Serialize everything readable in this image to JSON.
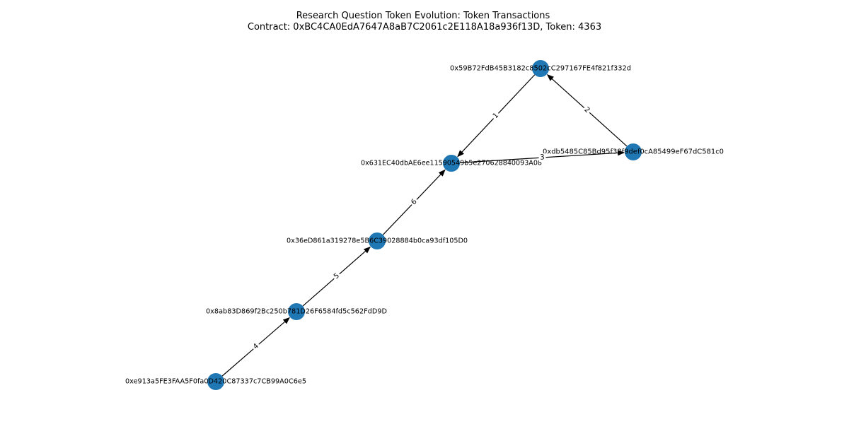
{
  "title": {
    "line1": "Research Question Token Evolution: Token Transactions",
    "line2": "Contract: 0xBC4CA0EdA7647A8aB7C2061c2E118A18a936f13D, Token: 4363"
  },
  "colors": {
    "node_fill": "#1f77b4",
    "edge": "#000000"
  },
  "nodes": [
    {
      "id": "n1",
      "label": "0x59B72FdB45B3182c8502cC297167FE4f821f332d"
    },
    {
      "id": "n2",
      "label": "0xdb5485C85Bd95f38f9def0cA85499eF67dC581c0"
    },
    {
      "id": "n3",
      "label": "0x631EC40dbAE6ee11590549b5e270628840093A08"
    },
    {
      "id": "n4",
      "label": "0x36eD861a319278e5B6C39028884b0ca93df105D0"
    },
    {
      "id": "n5",
      "label": "0x8ab83D869f2Bc250b781D26F6584fd5c562FdD9D"
    },
    {
      "id": "n6",
      "label": "0xe913a5FE3FAA5F0fa0D420C87337c7CB99A0C6e5"
    }
  ],
  "edges": [
    {
      "from": "n1",
      "to": "n3",
      "label": "1"
    },
    {
      "from": "n2",
      "to": "n1",
      "label": "2"
    },
    {
      "from": "n3",
      "to": "n2",
      "label": "3"
    },
    {
      "from": "n6",
      "to": "n5",
      "label": "4"
    },
    {
      "from": "n5",
      "to": "n4",
      "label": "5"
    },
    {
      "from": "n4",
      "to": "n3",
      "label": "6"
    }
  ]
}
